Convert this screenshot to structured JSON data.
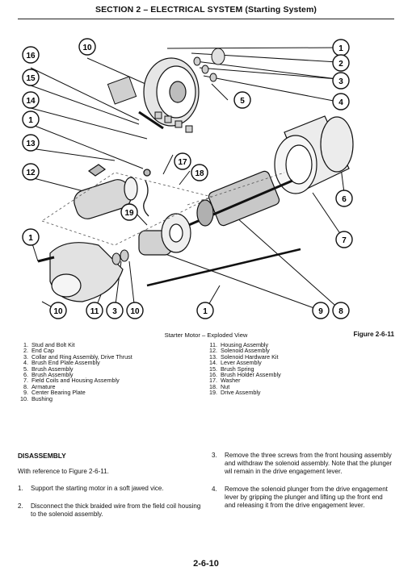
{
  "header": {
    "title": "SECTION 2 – ELECTRICAL SYSTEM (Starting System)"
  },
  "figure": {
    "caption": "Starter Motor – Exploded View",
    "number": "Figure 2-6-11",
    "callouts": [
      "16",
      "10",
      "15",
      "14",
      "1",
      "13",
      "12",
      "1",
      "10",
      "11",
      "3",
      "10",
      "1",
      "9",
      "8",
      "1",
      "2",
      "3",
      "4",
      "5",
      "17",
      "18",
      "19",
      "6",
      "7"
    ]
  },
  "legend": {
    "left": [
      {
        "num": "1.",
        "text": "Stud and Bolt Kit"
      },
      {
        "num": "2.",
        "text": "End Cap"
      },
      {
        "num": "3.",
        "text": "Collar and Ring Assembly, Drive Thrust"
      },
      {
        "num": "4.",
        "text": "Brush End Plate Assembly"
      },
      {
        "num": "5.",
        "text": "Brush Assembly"
      },
      {
        "num": "6.",
        "text": "Brush Assembly"
      },
      {
        "num": "7.",
        "text": "Field Coils and Housing Assembly"
      },
      {
        "num": "8.",
        "text": "Armature"
      },
      {
        "num": "9.",
        "text": "Center Bearing Plate"
      },
      {
        "num": "10.",
        "text": "Bushing"
      }
    ],
    "right": [
      {
        "num": "11.",
        "text": "Housing Assembly"
      },
      {
        "num": "12.",
        "text": "Solenoid Assembly"
      },
      {
        "num": "13.",
        "text": "Solenoid Hardware Kit"
      },
      {
        "num": "14.",
        "text": "Lever Assembly"
      },
      {
        "num": "15.",
        "text": "Brush Spring"
      },
      {
        "num": "16.",
        "text": "Brush Holder Assembly"
      },
      {
        "num": "17.",
        "text": "Washer"
      },
      {
        "num": "18.",
        "text": "Nut"
      },
      {
        "num": "19.",
        "text": "Drive Assembly"
      }
    ]
  },
  "disassembly": {
    "title": "DISASSEMBLY",
    "intro": "With reference to Figure 2-6-11.",
    "steps": [
      {
        "num": "1.",
        "text": "Support the starting motor in a soft jawed vice."
      },
      {
        "num": "2.",
        "text": "Disconnect the thick braided wire from the field coil housing to the solenoid assembly."
      },
      {
        "num": "3.",
        "text": "Remove the three screws from the front housing assembly and withdraw the solenoid assembly. Note that the plunger wil remain in the drive engagement lever."
      },
      {
        "num": "4.",
        "text": "Remove the solenoid plunger from the drive engagement lever by gripping the plunger and lifting up the front end and releasing it from the drive engagement lever."
      }
    ]
  },
  "page_number": "2-6-10"
}
